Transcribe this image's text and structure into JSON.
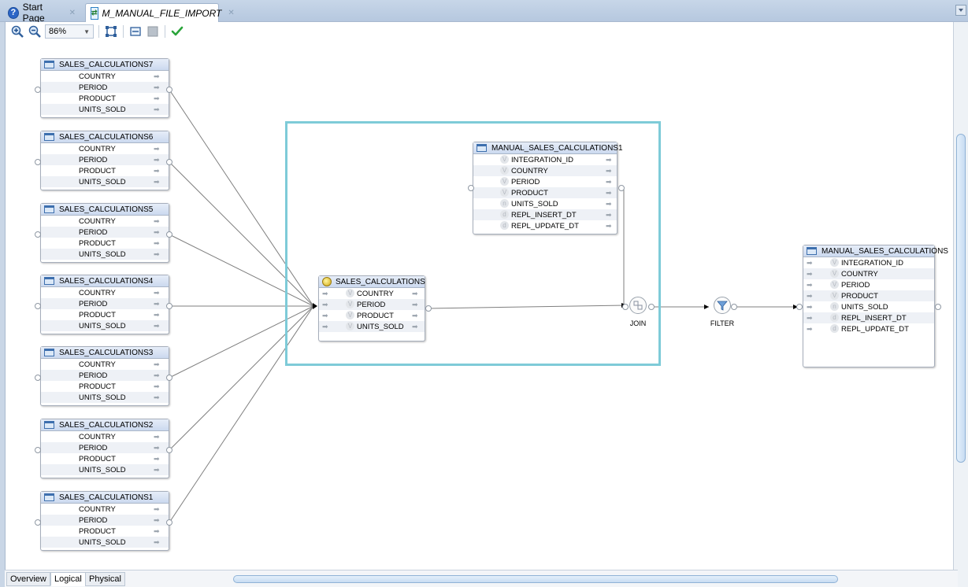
{
  "tabs": [
    {
      "label": "Start Page"
    },
    {
      "label": "M_MANUAL_FILE_IMPORT"
    }
  ],
  "toolbar": {
    "zoom_value": "86%"
  },
  "source_tables": [
    {
      "name": "SALES_CALCULATIONS7",
      "columns": [
        "COUNTRY",
        "PERIOD",
        "PRODUCT",
        "UNITS_SOLD"
      ]
    },
    {
      "name": "SALES_CALCULATIONS6",
      "columns": [
        "COUNTRY",
        "PERIOD",
        "PRODUCT",
        "UNITS_SOLD"
      ]
    },
    {
      "name": "SALES_CALCULATIONS5",
      "columns": [
        "COUNTRY",
        "PERIOD",
        "PRODUCT",
        "UNITS_SOLD"
      ]
    },
    {
      "name": "SALES_CALCULATIONS4",
      "columns": [
        "COUNTRY",
        "PERIOD",
        "PRODUCT",
        "UNITS_SOLD"
      ]
    },
    {
      "name": "SALES_CALCULATIONS3",
      "columns": [
        "COUNTRY",
        "PERIOD",
        "PRODUCT",
        "UNITS_SOLD"
      ]
    },
    {
      "name": "SALES_CALCULATIONS2",
      "columns": [
        "COUNTRY",
        "PERIOD",
        "PRODUCT",
        "UNITS_SOLD"
      ]
    },
    {
      "name": "SALES_CALCULATIONS1",
      "columns": [
        "COUNTRY",
        "PERIOD",
        "PRODUCT",
        "UNITS_SOLD"
      ]
    }
  ],
  "dataset": {
    "name": "SALES_CALCULATIONS",
    "columns": [
      {
        "prefix": "V",
        "name": "COUNTRY"
      },
      {
        "prefix": "V",
        "name": "PERIOD"
      },
      {
        "prefix": "V",
        "name": "PRODUCT"
      },
      {
        "prefix": "V",
        "name": "UNITS_SOLD"
      }
    ]
  },
  "lookup_table": {
    "name": "MANUAL_SALES_CALCULATIONS1",
    "columns": [
      {
        "prefix": "V",
        "name": "INTEGRATION_ID"
      },
      {
        "prefix": "V",
        "name": "COUNTRY"
      },
      {
        "prefix": "V",
        "name": "PERIOD"
      },
      {
        "prefix": "V",
        "name": "PRODUCT"
      },
      {
        "prefix": "n",
        "name": "UNITS_SOLD"
      },
      {
        "prefix": "d",
        "name": "REPL_INSERT_DT"
      },
      {
        "prefix": "d",
        "name": "REPL_UPDATE_DT"
      }
    ]
  },
  "join": {
    "label": "JOIN"
  },
  "filter": {
    "label": "FILTER"
  },
  "target_table": {
    "name": "MANUAL_SALES_CALCULATIONS",
    "columns": [
      {
        "prefix": "V",
        "name": "INTEGRATION_ID"
      },
      {
        "prefix": "V",
        "name": "COUNTRY"
      },
      {
        "prefix": "V",
        "name": "PERIOD"
      },
      {
        "prefix": "V",
        "name": "PRODUCT"
      },
      {
        "prefix": "n",
        "name": "UNITS_SOLD"
      },
      {
        "prefix": "d",
        "name": "REPL_INSERT_DT"
      },
      {
        "prefix": "d",
        "name": "REPL_UPDATE_DT"
      }
    ]
  },
  "bottom_tabs": [
    {
      "label": "Overview"
    },
    {
      "label": "Logical"
    },
    {
      "label": "Physical"
    }
  ]
}
